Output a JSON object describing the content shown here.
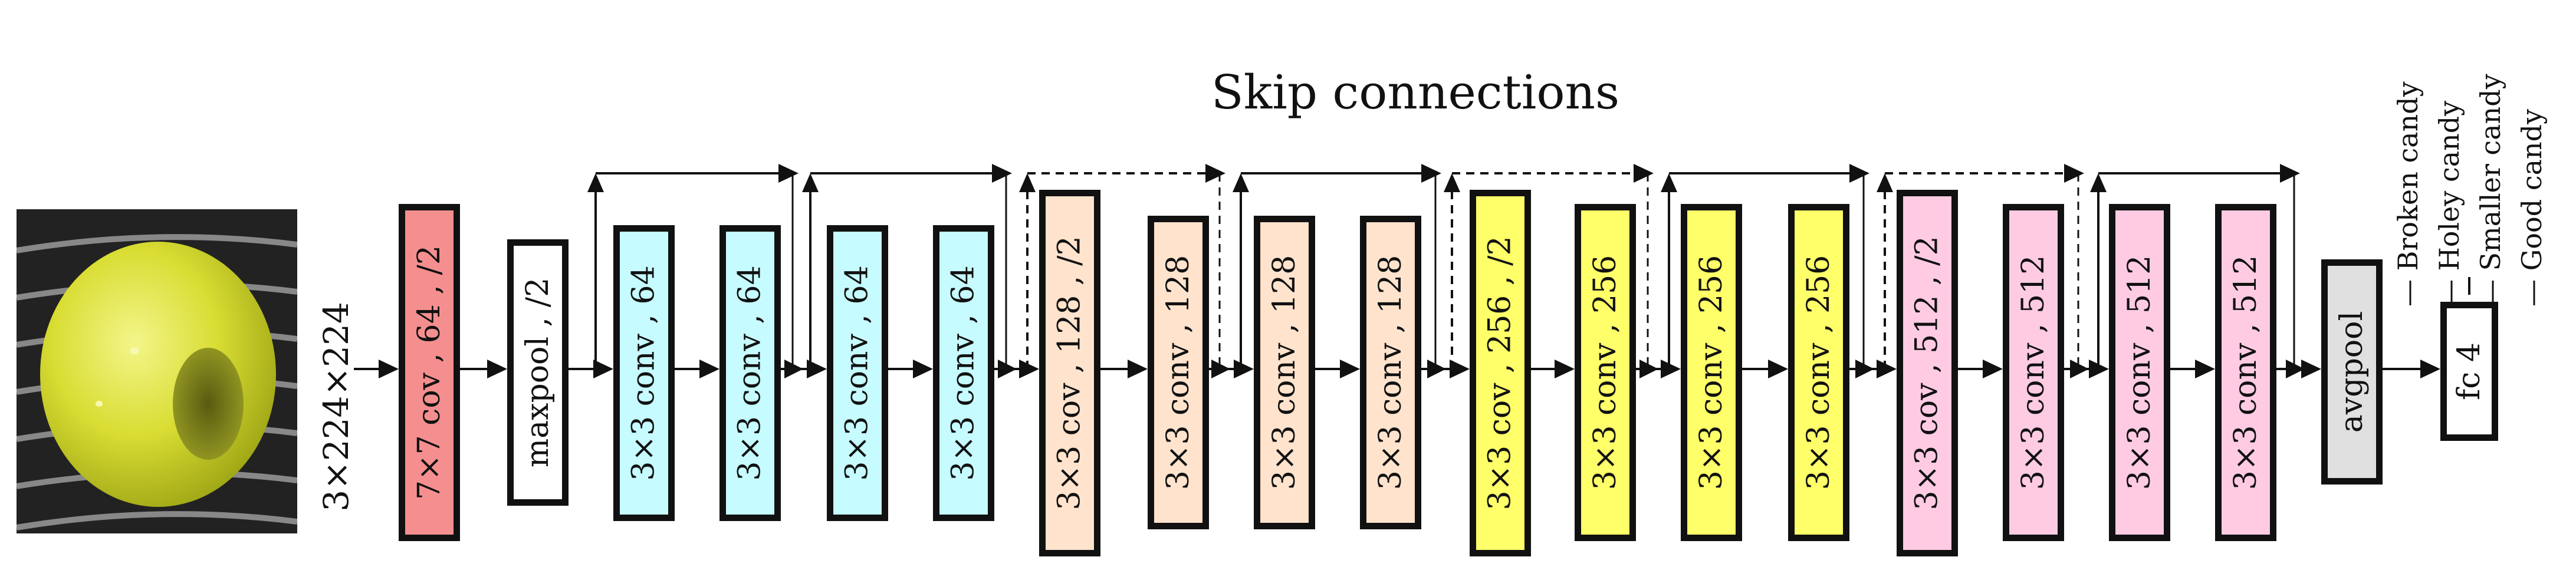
{
  "diagram": {
    "title": "Skip connections",
    "input_label": "3×224×224",
    "layers": [
      {
        "label": "7×7 cov , 64 , /2",
        "color": "#f58f8f"
      },
      {
        "label": "maxpool , /2",
        "color": "#ffffff"
      },
      {
        "label": "3×3 conv , 64",
        "color": "#c6fbff"
      },
      {
        "label": "3×3 conv , 64",
        "color": "#c6fbff"
      },
      {
        "label": "3×3 conv , 64",
        "color": "#c6fbff"
      },
      {
        "label": "3×3 conv , 64",
        "color": "#c6fbff"
      },
      {
        "label": "3×3 cov , 128 , /2",
        "color": "#ffe3cd"
      },
      {
        "label": "3×3 conv , 128",
        "color": "#ffe3cd"
      },
      {
        "label": "3×3 conv , 128",
        "color": "#ffe3cd"
      },
      {
        "label": "3×3 conv , 128",
        "color": "#ffe3cd"
      },
      {
        "label": "3×3 cov , 256 , /2",
        "color": "#ffff6a"
      },
      {
        "label": "3×3 conv , 256",
        "color": "#ffff6a"
      },
      {
        "label": "3×3 conv , 256",
        "color": "#ffff6a"
      },
      {
        "label": "3×3 conv , 256",
        "color": "#ffff6a"
      },
      {
        "label": "3×3 cov , 512 , /2",
        "color": "#ffcbe3"
      },
      {
        "label": "3×3 conv , 512",
        "color": "#ffcbe3"
      },
      {
        "label": "3×3 conv , 512",
        "color": "#ffcbe3"
      },
      {
        "label": "3×3 conv , 512",
        "color": "#ffcbe3"
      },
      {
        "label": "avgpool",
        "color": "#e0e0e0"
      },
      {
        "label": "fc 4",
        "color": "#ffffff"
      }
    ],
    "outputs": [
      "Broken candy",
      "Holey candy",
      "Smaller candy",
      "Good candy"
    ]
  }
}
